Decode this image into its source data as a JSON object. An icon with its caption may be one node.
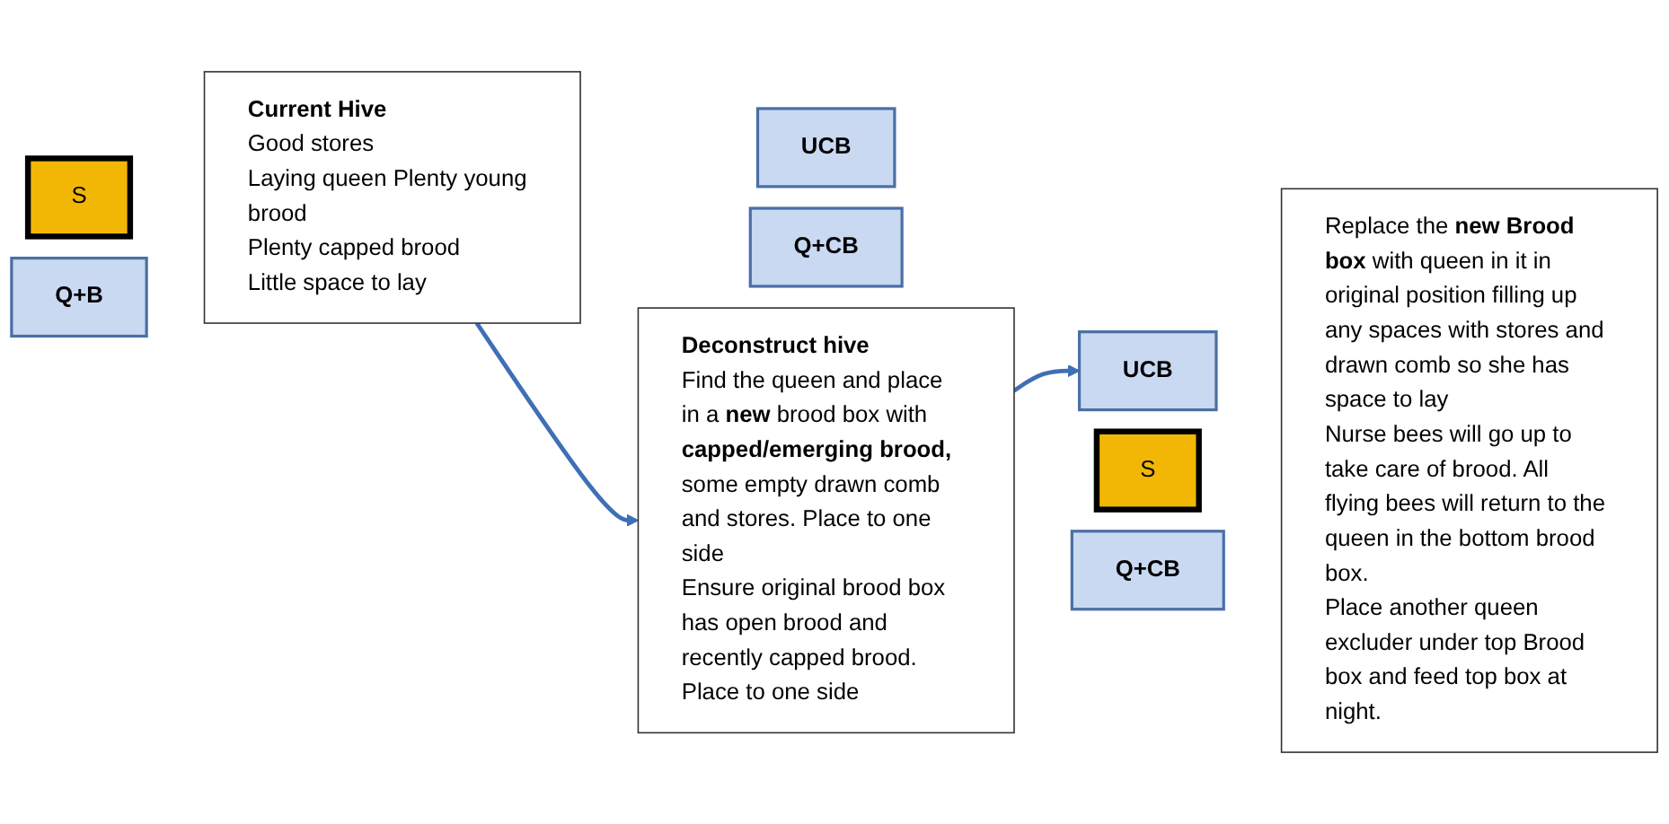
{
  "diagram": {
    "nodes": [
      {
        "text": [
          "S"
        ]
      },
      {
        "text": [
          "Q+B"
        ]
      },
      {
        "text": [
          "Current Hive",
          "Good stores",
          "Laying queen Plenty young brood",
          "Plenty capped brood",
          "Little space to lay"
        ]
      },
      {
        "text": [
          "UCB"
        ]
      },
      {
        "text": [
          "Q+CB"
        ]
      },
      {
        "text": [
          "Deconstruct hive",
          "Find the queen and place in a **new** brood box with **capped/emerging brood,** some empty drawn comb and stores. Place to one side",
          "Ensure original brood box has open brood and recently capped brood. Place to one side"
        ]
      },
      {
        "text": [
          "UCB"
        ]
      },
      {
        "text": [
          "S"
        ]
      },
      {
        "text": [
          "Q+CB"
        ]
      },
      {
        "text": [
          "Replace the **new Brood box** with queen in it in original position filling up any spaces with stores and drawn comb so she has space to lay",
          "Nurse bees will go up to take care of brood. All flying bees will return to the queen in the bottom brood box.",
          "Place another queen excluder under top Brood box and feed top box at night."
        ]
      }
    ],
    "edges": [
      {
        "from": 2,
        "to": 5,
        "arrow": "to"
      },
      {
        "from": 5,
        "to": 6,
        "arrow": "to"
      }
    ]
  }
}
